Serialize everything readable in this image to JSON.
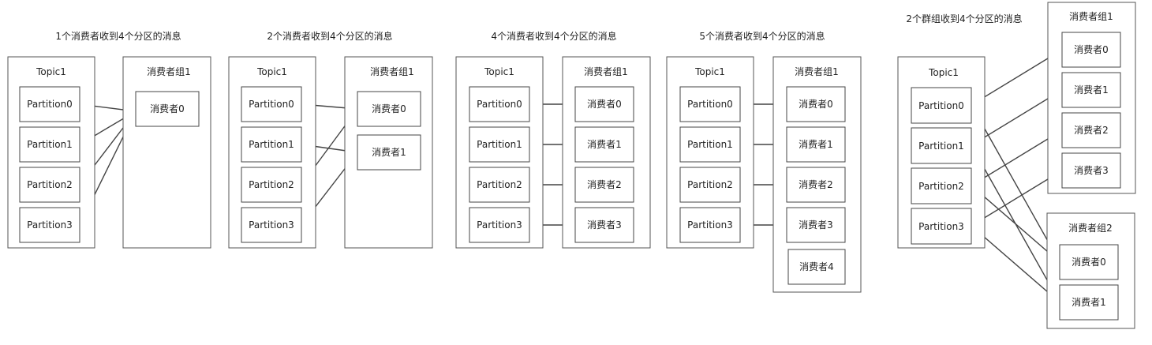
{
  "panels": [
    {
      "title": "1个消费者收到4个分区的消息",
      "topic_label": "Topic1",
      "group_label": "消费者组1",
      "partitions": [
        "Partition0",
        "Partition1",
        "Partition2",
        "Partition3"
      ],
      "consumers": [
        "消费者0"
      ]
    },
    {
      "title": "2个消费者收到4个分区的消息",
      "topic_label": "Topic1",
      "group_label": "消费者组1",
      "partitions": [
        "Partition0",
        "Partition1",
        "Partition2",
        "Partition3"
      ],
      "consumers": [
        "消费者0",
        "消费者1"
      ]
    },
    {
      "title": "4个消费者收到4个分区的消息",
      "topic_label": "Topic1",
      "group_label": "消费者组1",
      "partitions": [
        "Partition0",
        "Partition1",
        "Partition2",
        "Partition3"
      ],
      "consumers": [
        "消费者0",
        "消费者1",
        "消费者2",
        "消费者3"
      ]
    },
    {
      "title": "5个消费者收到4个分区的消息",
      "topic_label": "Topic1",
      "group_label": "消费者组1",
      "partitions": [
        "Partition0",
        "Partition1",
        "Partition2",
        "Partition3"
      ],
      "consumers": [
        "消费者0",
        "消费者1",
        "消费者2",
        "消费者3",
        "消费者4"
      ]
    },
    {
      "title": "2个群组收到4个分区的消息",
      "topic_label": "Topic1",
      "group_label": "消费者组1",
      "group2_label": "消费者组2",
      "partitions": [
        "Partition0",
        "Partition1",
        "Partition2",
        "Partition3"
      ],
      "consumers": [
        "消费者0",
        "消费者1",
        "消费者2",
        "消费者3"
      ],
      "consumers_group2": [
        "消费者0",
        "消费者1"
      ]
    }
  ]
}
